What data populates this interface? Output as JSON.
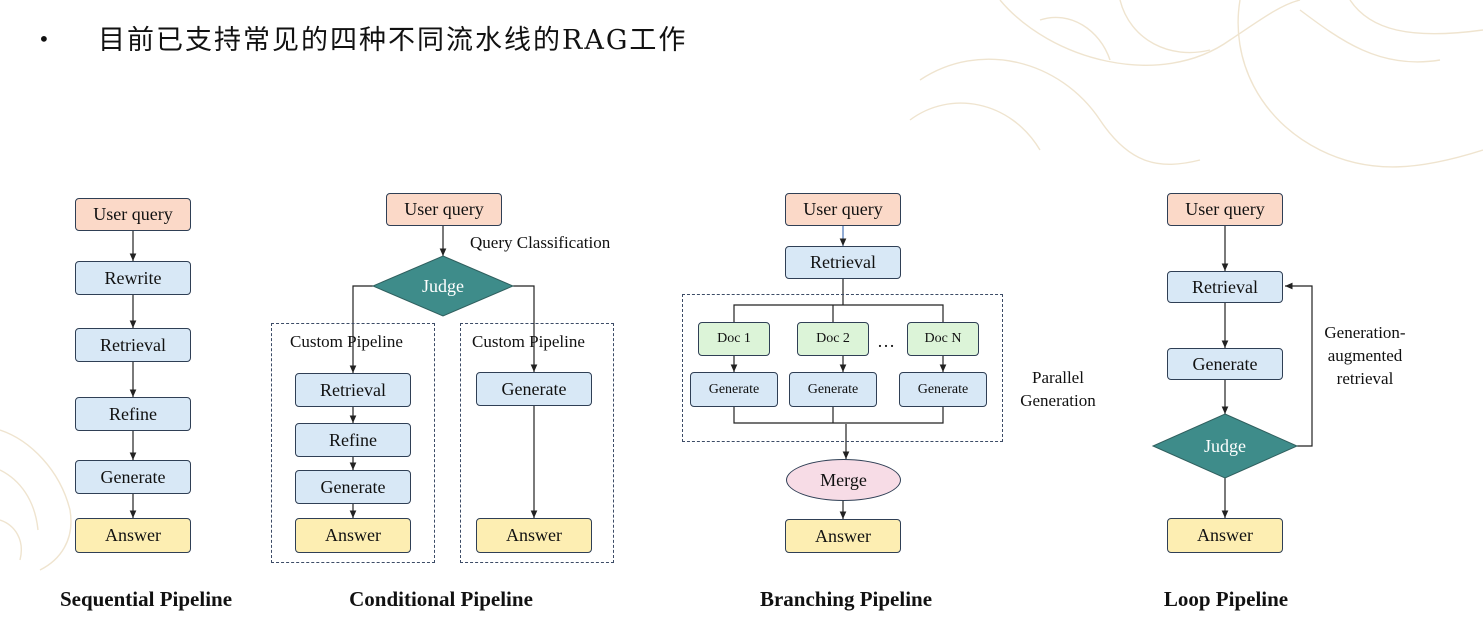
{
  "heading": {
    "bullet": "•",
    "text": "目前已支持常见的四种不同流水线的RAG工作"
  },
  "pipelines": {
    "sequential": {
      "caption": "Sequential Pipeline",
      "user_query": "User query",
      "steps": [
        "Rewrite",
        "Retrieval",
        "Refine",
        "Generate"
      ],
      "answer": "Answer"
    },
    "conditional": {
      "caption": "Conditional Pipeline",
      "user_query": "User query",
      "edge_label": "Query Classification",
      "judge": "Judge",
      "left_branch": {
        "title": "Custom Pipeline",
        "steps": [
          "Retrieval",
          "Refine",
          "Generate"
        ],
        "answer": "Answer"
      },
      "right_branch": {
        "title": "Custom Pipeline",
        "steps": [
          "Generate"
        ],
        "answer": "Answer"
      }
    },
    "branching": {
      "caption": "Branching Pipeline",
      "user_query": "User query",
      "retrieval": "Retrieval",
      "docs": [
        "Doc 1",
        "Doc 2",
        "Doc N"
      ],
      "ellipsis": "…",
      "generate": "Generate",
      "group_label_line1": "Parallel",
      "group_label_line2": "Generation",
      "merge": "Merge",
      "answer": "Answer"
    },
    "loop": {
      "caption": "Loop Pipeline",
      "user_query": "User query",
      "steps": [
        "Retrieval",
        "Generate"
      ],
      "judge": "Judge",
      "loop_label_line1": "Generation-",
      "loop_label_line2": "augmented",
      "loop_label_line3": "retrieval",
      "answer": "Answer"
    }
  },
  "colors": {
    "query": "#fbd9c8",
    "step": "#d8e8f6",
    "answer": "#fdeeb2",
    "doc": "#dcf4d8",
    "merge": "#f7dce6",
    "judge": "#3e8c8a",
    "border": "#2f3f55"
  }
}
